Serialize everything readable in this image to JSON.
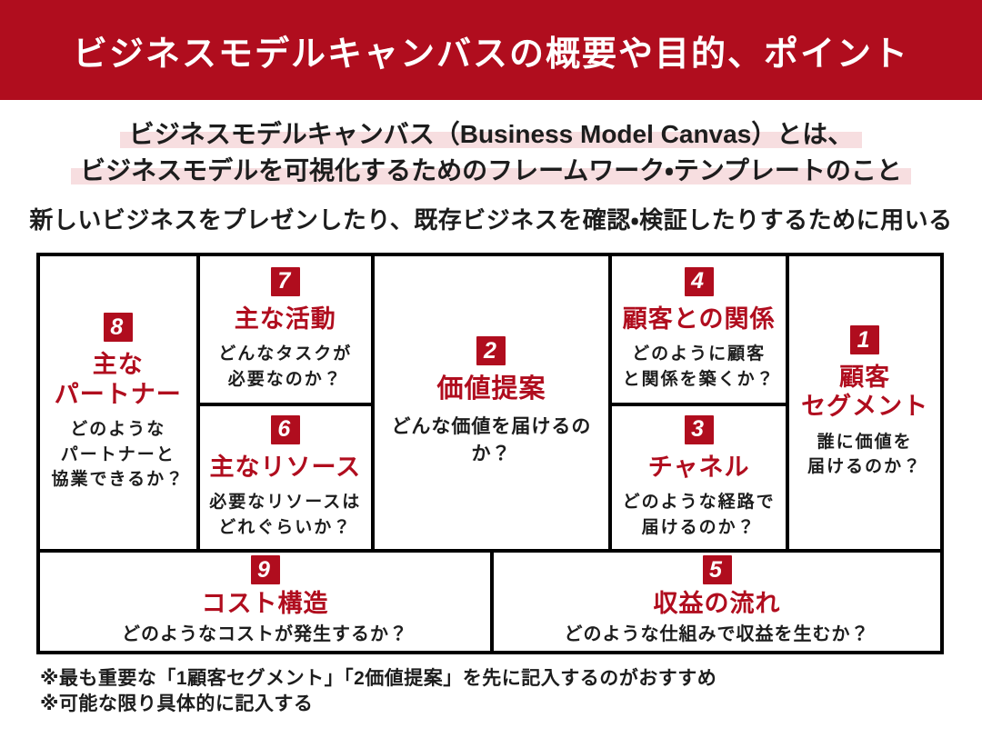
{
  "header": {
    "title": "ビジネスモデルキャンバスの概要や目的、ポイント"
  },
  "intro": {
    "highlight_line1": "ビジネスモデルキャンバス（Business Model Canvas）とは、",
    "highlight_line2": "ビジネスモデルを可視化するためのフレームワーク・テンプレートのこと",
    "lead": "新しいビジネスをプレゼンしたり、既存ビジネスを確認・検証したりするために用いる"
  },
  "canvas": {
    "blocks": {
      "key_partners": {
        "number": "8",
        "title": "主な\nパートナー",
        "desc": "どのような\nパートナーと\n協業できるか？"
      },
      "key_activities": {
        "number": "7",
        "title": "主な活動",
        "desc": "どんなタスクが\n必要なのか？"
      },
      "key_resources": {
        "number": "6",
        "title": "主なリソース",
        "desc": "必要なリソースは\nどれぐらいか？"
      },
      "value_proposition": {
        "number": "2",
        "title": "価値提案",
        "desc": "どんな価値を届けるのか？"
      },
      "customer_relationships": {
        "number": "4",
        "title": "顧客との関係",
        "desc": "どのように顧客\nと関係を築くか？"
      },
      "channels": {
        "number": "3",
        "title": "チャネル",
        "desc": "どのような経路で\n届けるのか？"
      },
      "customer_segments": {
        "number": "1",
        "title": "顧客\nセグメント",
        "desc": "誰に価値を\n届けるのか？"
      },
      "cost_structure": {
        "number": "9",
        "title": "コスト構造",
        "desc": "どのようなコストが発生するか？"
      },
      "revenue_streams": {
        "number": "5",
        "title": "収益の流れ",
        "desc": "どのような仕組みで収益を生むか？"
      }
    }
  },
  "notes": [
    "※最も重要な「1顧客セグメント」「2価値提案」を先に記入するのがおすすめ",
    "※可能な限り具体的に記入する"
  ],
  "colors": {
    "accent_red": "#B00D1E",
    "highlight_pink": "#F7DEE0",
    "text_ink": "#1D1D1D"
  }
}
